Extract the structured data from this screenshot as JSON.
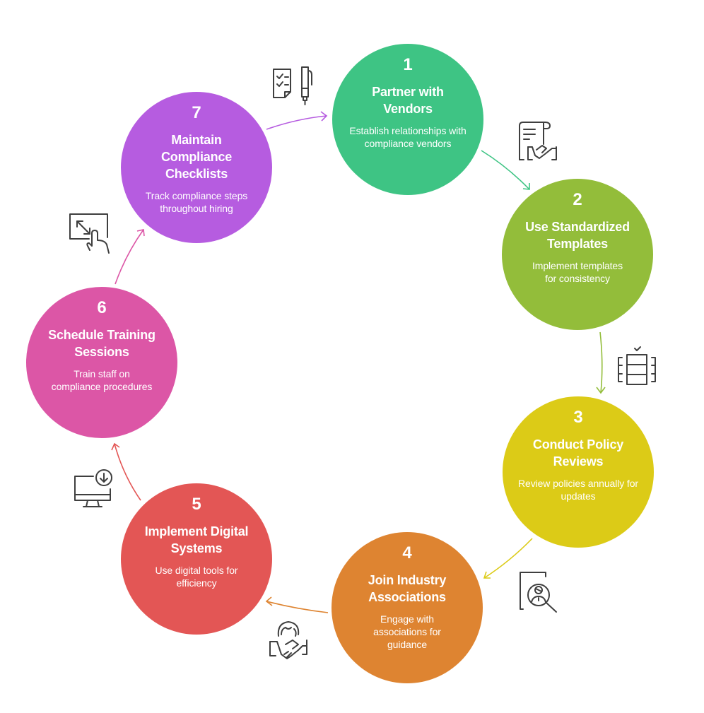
{
  "diagram": {
    "steps": [
      {
        "number": "1",
        "title": "Partner with Vendors",
        "description": "Establish relationships with compliance vendors",
        "color": "#3ec484",
        "icon": "checklist-pen-icon"
      },
      {
        "number": "2",
        "title": "Use Standardized Templates",
        "description": "Implement templates for consistency",
        "color": "#93bd3a",
        "icon": "contract-handshake-icon"
      },
      {
        "number": "3",
        "title": "Conduct Policy Reviews",
        "description": "Review policies annually for updates",
        "color": "#dccb17",
        "icon": "server-stack-check-icon"
      },
      {
        "number": "4",
        "title": "Join Industry Associations",
        "description": "Engage with associations for guidance",
        "color": "#de8431",
        "icon": "document-search-person-icon"
      },
      {
        "number": "5",
        "title": "Implement Digital Systems",
        "description": "Use digital tools for efficiency",
        "color": "#e35655",
        "icon": "global-handshake-icon"
      },
      {
        "number": "6",
        "title": "Schedule Training Sessions",
        "description": "Train staff on compliance procedures",
        "color": "#dc56a6",
        "icon": "monitor-download-icon"
      },
      {
        "number": "7",
        "title": "Maintain Compliance Checklists",
        "description": "Track compliance steps throughout hiring",
        "color": "#b65ce0",
        "icon": "touch-resize-icon"
      }
    ]
  }
}
